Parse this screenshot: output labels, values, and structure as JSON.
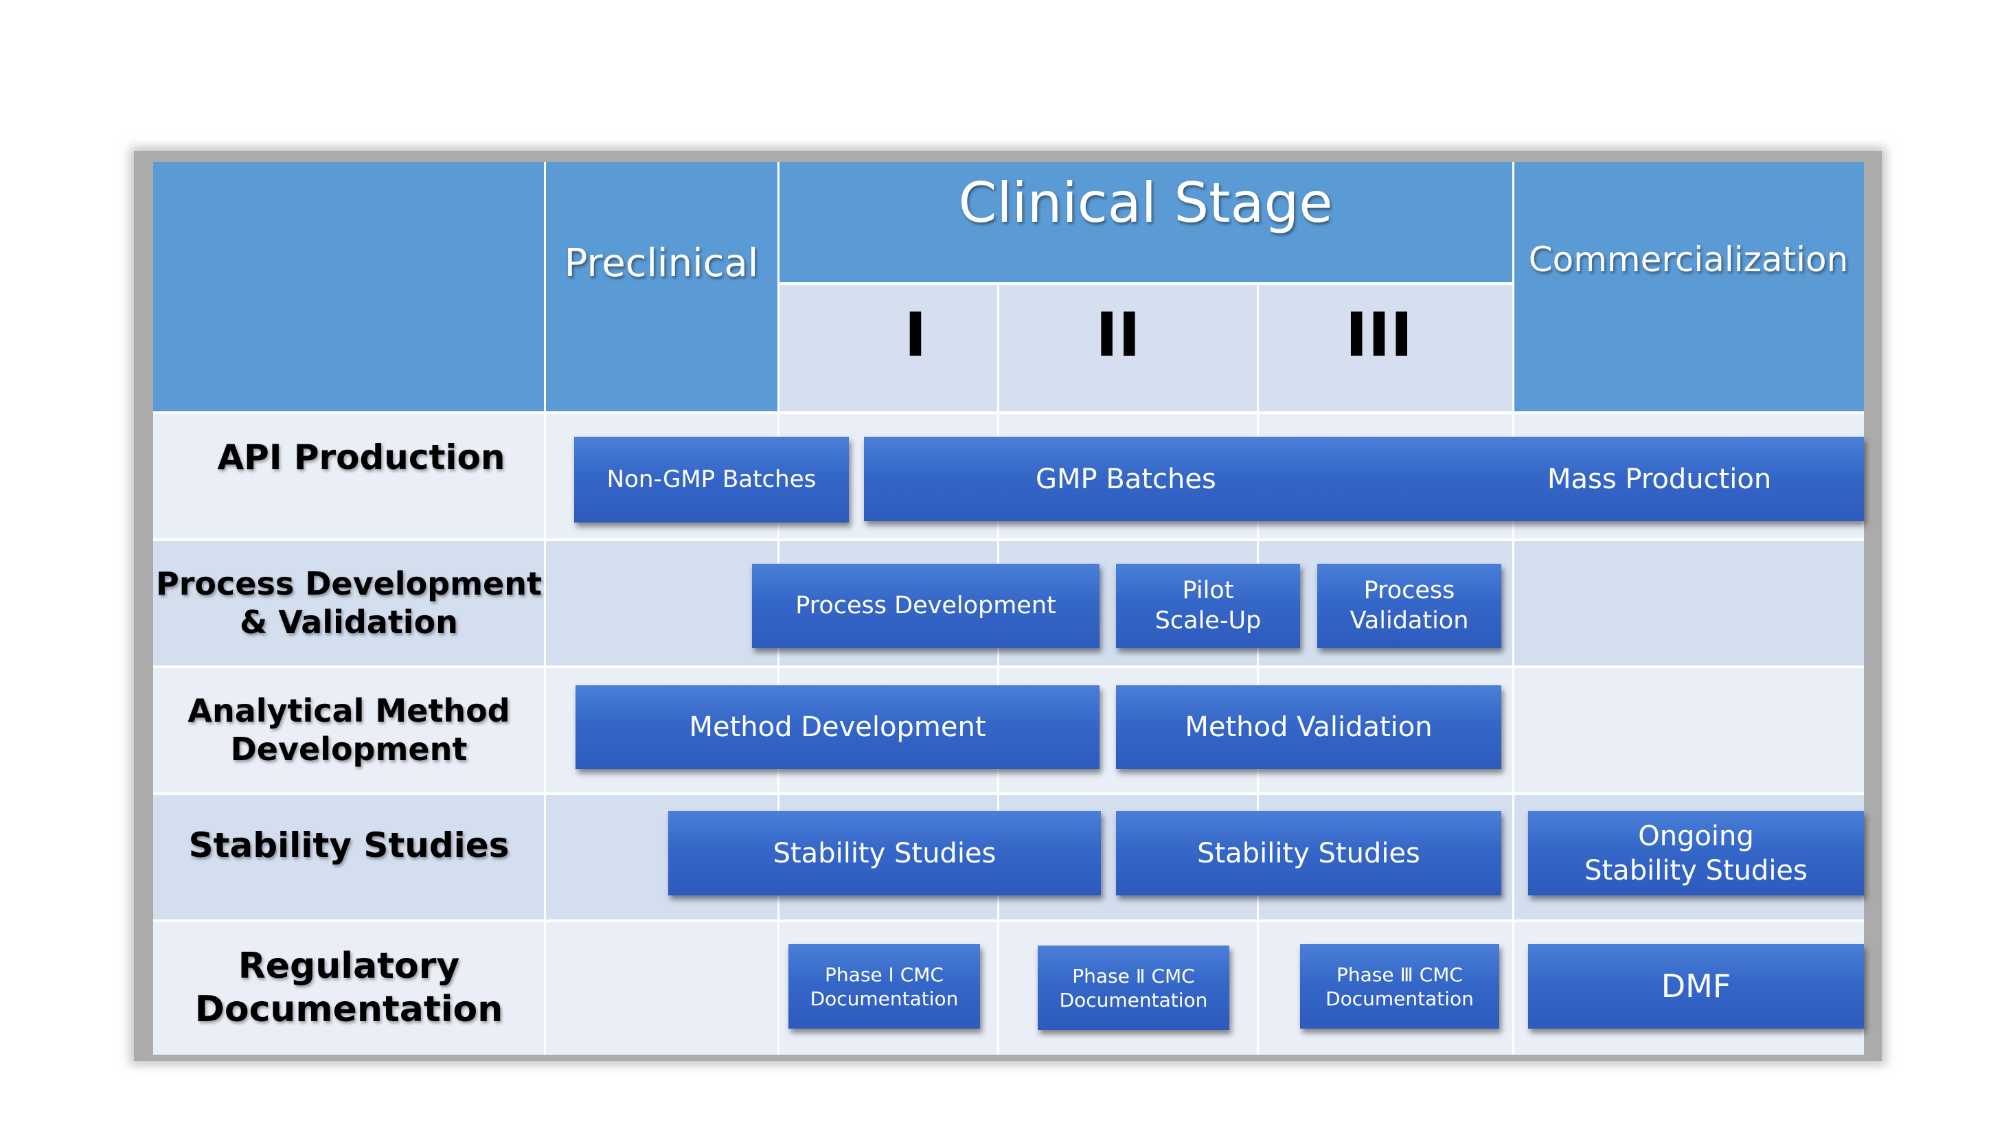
{
  "header": {
    "preclinical": "Preclinical",
    "clinical_stage": "Clinical Stage",
    "commercialization": "Commercialization",
    "phases": [
      "I",
      "II",
      "III"
    ]
  },
  "rows": {
    "api_production": "API Production",
    "process_dev_line1": "Process Development",
    "process_dev_line2": "& Validation",
    "analytical_line1": "Analytical Method",
    "analytical_line2": "Development",
    "stability": "Stability Studies",
    "regulatory_line1": "Regulatory",
    "regulatory_line2": "Documentation"
  },
  "bars": {
    "non_gmp": "Non-GMP Batches",
    "gmp": "GMP Batches",
    "mass_production": "Mass Production",
    "process_development": "Process Development",
    "pilot_line1": "Pilot",
    "pilot_line2": "Scale-Up",
    "process_validation_line1": "Process",
    "process_validation_line2": "Validation",
    "method_development": "Method Development",
    "method_validation": "Method Validation",
    "stability_1": "Stability Studies",
    "stability_2": "Stability Studies",
    "ongoing_line1": "Ongoing",
    "ongoing_line2": "Stability Studies",
    "phase1_line1": "Phase Ⅰ CMC",
    "phase1_line2": "Documentation",
    "phase2_line1": "Phase Ⅱ CMC",
    "phase2_line2": "Documentation",
    "phase3_line1": "Phase Ⅲ CMC",
    "phase3_line2": "Documentation",
    "dmf": "DMF"
  },
  "colors": {
    "header_blue": "#5b9bd5",
    "bar_blue": "#3567c8",
    "row_light": "#e9eef7",
    "row_dark": "#d3deef",
    "phase_cell": "#d5dfef"
  }
}
